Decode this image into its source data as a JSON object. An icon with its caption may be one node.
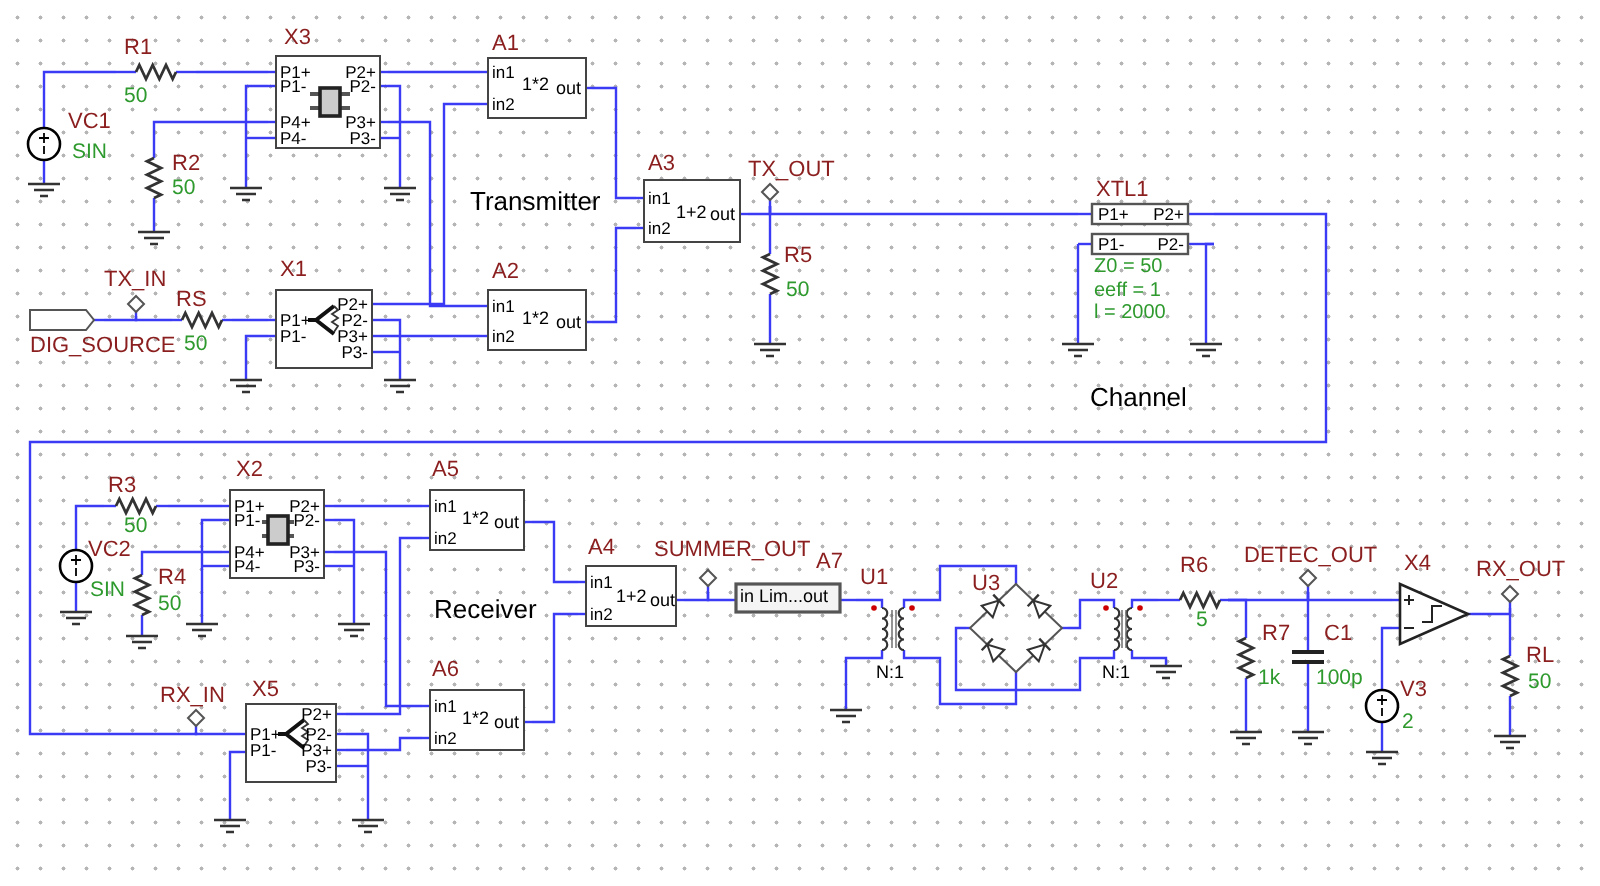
{
  "diagram": {
    "nodes": [
      {
        "text": [
          "VC1",
          "SIN"
        ]
      },
      {
        "text": [
          "R1",
          "50"
        ]
      },
      {
        "text": [
          "X3",
          "P1+",
          "P2+",
          "P1-",
          "P2-",
          "P4+",
          "P3+",
          "P4-",
          "P3-"
        ]
      },
      {
        "text": [
          "R2",
          "50"
        ]
      },
      {
        "text": [
          "A1",
          "in1",
          "1*2",
          "out",
          "in2"
        ]
      },
      {
        "text": [
          "DIG_SOURCE"
        ]
      },
      {
        "text": [
          "TX_IN"
        ]
      },
      {
        "text": [
          "RS",
          "50"
        ]
      },
      {
        "text": [
          "X1",
          "P2+",
          "P1+",
          "P2-",
          "P1-",
          "P3+",
          "P3-"
        ]
      },
      {
        "text": [
          "A2",
          "in1",
          "1*2",
          "out",
          "in2"
        ]
      },
      {
        "text": [
          "A3",
          "in1",
          "1+2",
          "out",
          "in2"
        ]
      },
      {
        "text": [
          "TX_OUT"
        ]
      },
      {
        "text": [
          "R5",
          "50"
        ]
      },
      {
        "text": [
          "XTL1",
          "P1+",
          "P2+",
          "P1-",
          "P2-",
          "Z0 = 50",
          "eeff = 1",
          "l = 2000"
        ]
      },
      {
        "text": [
          "VC2",
          "SIN"
        ]
      },
      {
        "text": [
          "R3",
          "50"
        ]
      },
      {
        "text": [
          "X2",
          "P1+",
          "P2+",
          "P1-",
          "P2-",
          "P4+",
          "P3+",
          "P4-",
          "P3-"
        ]
      },
      {
        "text": [
          "R4",
          "50"
        ]
      },
      {
        "text": [
          "A5",
          "in1",
          "1*2",
          "out",
          "in2"
        ]
      },
      {
        "text": [
          "A6",
          "in1",
          "1*2",
          "out",
          "in2"
        ]
      },
      {
        "text": [
          "A4",
          "in1",
          "1+2",
          "out",
          "in2"
        ]
      },
      {
        "text": [
          "SUMMER_OUT"
        ]
      },
      {
        "text": [
          "A7",
          "in Lim...out"
        ]
      },
      {
        "text": [
          "RX_IN"
        ]
      },
      {
        "text": [
          "X5",
          "P2+",
          "P1+",
          "P2-",
          "P1-",
          "P3+",
          "P3-"
        ]
      },
      {
        "text": [
          "U1",
          "N:1"
        ]
      },
      {
        "text": [
          "U3"
        ]
      },
      {
        "text": [
          "U2",
          "N:1"
        ]
      },
      {
        "text": [
          "R6",
          "5"
        ]
      },
      {
        "text": [
          "DETEC_OUT"
        ]
      },
      {
        "text": [
          "R7",
          "1k"
        ]
      },
      {
        "text": [
          "C1",
          "100p"
        ]
      },
      {
        "text": [
          "V3",
          "2"
        ]
      },
      {
        "text": [
          "X4"
        ]
      },
      {
        "text": [
          "RX_OUT"
        ]
      },
      {
        "text": [
          "RL",
          "50"
        ]
      }
    ],
    "edges": [
      {
        "from": 0,
        "to": 1,
        "arrow": "none"
      },
      {
        "from": 1,
        "to": 2,
        "arrow": "none"
      },
      {
        "from": 3,
        "to": 2,
        "arrow": "none"
      },
      {
        "from": 2,
        "to": 4,
        "arrow": "none"
      },
      {
        "from": 2,
        "to": 9,
        "arrow": "none"
      },
      {
        "from": 5,
        "to": 6,
        "arrow": "none"
      },
      {
        "from": 6,
        "to": 7,
        "arrow": "none"
      },
      {
        "from": 7,
        "to": 8,
        "arrow": "none"
      },
      {
        "from": 8,
        "to": 4,
        "arrow": "none"
      },
      {
        "from": 8,
        "to": 9,
        "arrow": "none"
      },
      {
        "from": 4,
        "to": 10,
        "arrow": "none"
      },
      {
        "from": 9,
        "to": 10,
        "arrow": "none"
      },
      {
        "from": 10,
        "to": 11,
        "arrow": "none"
      },
      {
        "from": 11,
        "to": 13,
        "arrow": "none"
      },
      {
        "from": 11,
        "to": 12,
        "arrow": "none"
      },
      {
        "from": 13,
        "to": 23,
        "arrow": "none"
      },
      {
        "from": 23,
        "to": 24,
        "arrow": "none"
      },
      {
        "from": 14,
        "to": 15,
        "arrow": "none"
      },
      {
        "from": 15,
        "to": 16,
        "arrow": "none"
      },
      {
        "from": 17,
        "to": 16,
        "arrow": "none"
      },
      {
        "from": 16,
        "to": 18,
        "arrow": "none"
      },
      {
        "from": 16,
        "to": 19,
        "arrow": "none"
      },
      {
        "from": 24,
        "to": 18,
        "arrow": "none"
      },
      {
        "from": 24,
        "to": 19,
        "arrow": "none"
      },
      {
        "from": 18,
        "to": 20,
        "arrow": "none"
      },
      {
        "from": 19,
        "to": 20,
        "arrow": "none"
      },
      {
        "from": 20,
        "to": 21,
        "arrow": "none"
      },
      {
        "from": 21,
        "to": 22,
        "arrow": "none"
      },
      {
        "from": 22,
        "to": 25,
        "arrow": "none"
      },
      {
        "from": 25,
        "to": 26,
        "arrow": "none"
      },
      {
        "from": 25,
        "to": 26,
        "arrow": "none"
      },
      {
        "from": 26,
        "to": 27,
        "arrow": "none"
      },
      {
        "from": 26,
        "to": 27,
        "arrow": "none"
      },
      {
        "from": 27,
        "to": 28,
        "arrow": "none"
      },
      {
        "from": 28,
        "to": 30,
        "arrow": "none"
      },
      {
        "from": 28,
        "to": 29,
        "arrow": "none"
      },
      {
        "from": 29,
        "to": 31,
        "arrow": "none"
      },
      {
        "from": 29,
        "to": 33,
        "arrow": "none"
      },
      {
        "from": 32,
        "to": 33,
        "arrow": "none"
      },
      {
        "from": 33,
        "to": 34,
        "arrow": "none"
      },
      {
        "from": 34,
        "to": 35,
        "arrow": "none"
      }
    ],
    "labels": [
      "Transmitter",
      "Channel",
      "Receiver"
    ]
  }
}
